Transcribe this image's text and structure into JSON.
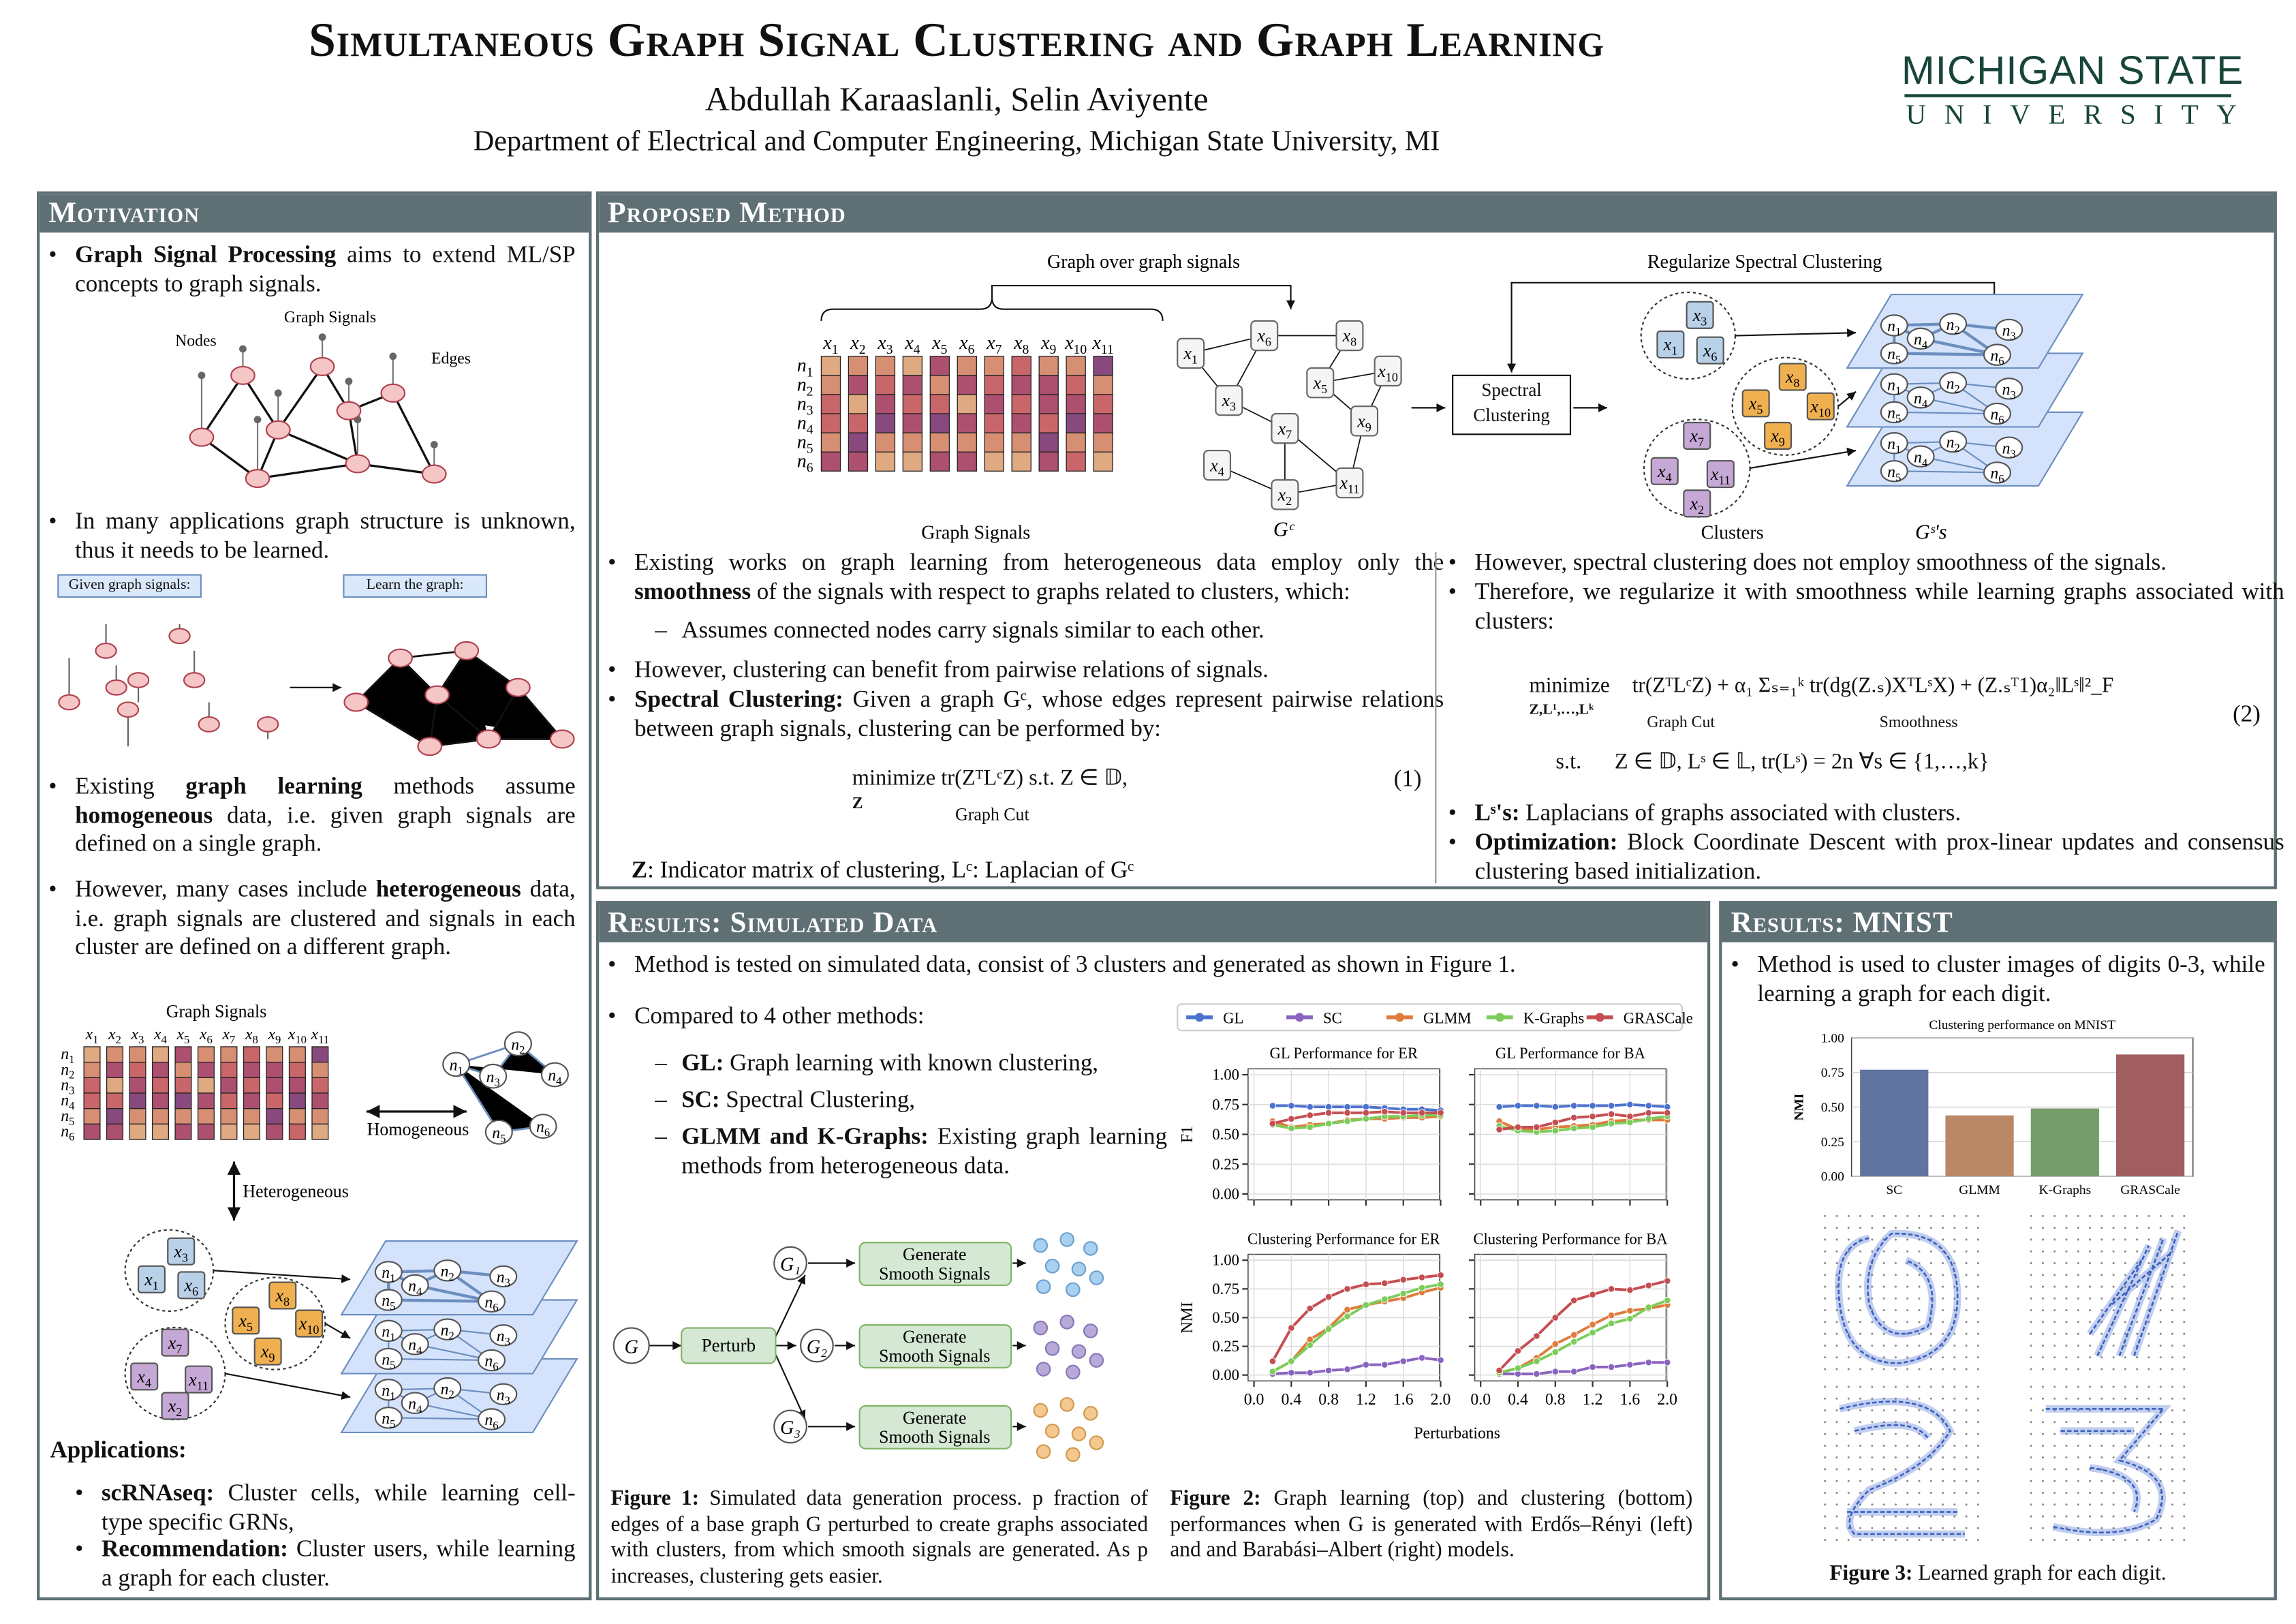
{
  "header": {
    "title": "Simultaneous Graph Signal Clustering and Graph Learning",
    "authors": "Abdullah Karaaslanli, Selin Aviyente",
    "department": "Department of Electrical and Computer Engineering, Michigan State University, MI",
    "logo_line1": "MICHIGAN STATE",
    "logo_line2": "UNIVERSITY"
  },
  "colors": {
    "panel_header": "#5f7075",
    "msu_green": "#18453b",
    "GL": "#4c72d0",
    "SC": "#8a63c0",
    "GLMM": "#e07b3c",
    "K-Graphs": "#7ccc5a",
    "GRASCale": "#c44e52"
  },
  "motivation": {
    "title": "Motivation",
    "b1_bold": "Graph Signal Processing",
    "b1_rest": " aims to extend ML/SP concepts to graph signals.",
    "fig_labels": {
      "nodes": "Nodes",
      "graph_signals": "Graph Signals",
      "edges": "Edges"
    },
    "b2": "In many applications graph structure is unknown, thus it needs to be learned.",
    "given_label": "Given graph signals:",
    "learn_label": "Learn the graph:",
    "b3_a": "Existing ",
    "b3_bold1": "graph learning",
    "b3_b": " methods assume ",
    "b3_bold2": "homogeneous",
    "b3_c": " data, i.e. given graph signals are defined on a single graph.",
    "b4_a": "However, many cases include ",
    "b4_bold": "heterogeneous",
    "b4_b": " data, i.e. graph signals are clustered and signals in each cluster are defined on a different graph.",
    "diag": {
      "graph_signals": "Graph Signals",
      "homogeneous": "Homogeneous",
      "heterogeneous": "Heterogeneous"
    },
    "applications_title": "Applications:",
    "app1_bold": "scRNAseq:",
    "app1_rest": " Cluster cells, while learning cell-type specific GRNs,",
    "app2_bold": "Recommendation:",
    "app2_rest": " Cluster users, while learning a graph for each cluster."
  },
  "signal_cols": [
    "x1",
    "x2",
    "x3",
    "x4",
    "x5",
    "x6",
    "x7",
    "x8",
    "x9",
    "x10",
    "x11"
  ],
  "signal_rows": [
    "n1",
    "n2",
    "n3",
    "n4",
    "n5",
    "n6"
  ],
  "layer_nodes": [
    "n1",
    "n2",
    "n3",
    "n4",
    "n5",
    "n6"
  ],
  "clusters": [
    [
      "x3",
      "x1",
      "x6"
    ],
    [
      "x8",
      "x5",
      "x10",
      "x9"
    ],
    [
      "x7",
      "x4",
      "x11",
      "x2"
    ]
  ],
  "method": {
    "title": "Proposed Method",
    "graph_over": "Graph over graph signals",
    "graph_signals": "Graph Signals",
    "gc": "Gᶜ",
    "spectral_box": "Spectral Clustering",
    "regularize": "Regularize Spectral Clustering",
    "clusters": "Clusters",
    "gs": "Gˢ's",
    "l1_a": "Existing works on graph learning from heterogeneous data employ only the ",
    "l1_bold": "smoothness",
    "l1_b": " of the signals with respect to graphs related to clusters, which:",
    "l1_sub": "Assumes connected nodes carry signals similar to each other.",
    "l2": "However, clustering can benefit from pairwise relations of signals.",
    "l3_bold": "Spectral Clustering:",
    "l3_rest": " Given a graph Gᶜ, whose edges represent pairwise relations between graph signals, clustering can be performed by:",
    "eq1": "minimize  tr(ZᵀLᶜZ)   s.t.  Z ∈ 𝔻,",
    "eq1_var": "Z",
    "eq1_brace": "Graph Cut",
    "eq1_num": "(1)",
    "l4_bold": "Z",
    "l4_rest": ": Indicator matrix of clustering, Lᶜ: Laplacian of Gᶜ",
    "r1": "However, spectral clustering does not employ smoothness of the signals.",
    "r2": "Therefore, we regularize it with smoothness while learning graphs associated with clusters:",
    "eq2_min": "minimize",
    "eq2_vars": "Z,L¹,…,Lᵏ",
    "eq2_body": "tr(ZᵀLᶜZ) + α₁ Σₛ₌₁ᵏ tr(dg(Z.ₛ)XᵀLˢX) + (Z.ₛᵀ1)α₂‖Lˢ‖²_F",
    "eq2_b1": "Graph Cut",
    "eq2_b2": "Smoothness",
    "eq2_num": "(2)",
    "eq2_st": "s.t.      Z ∈ 𝔻, Lˢ ∈ 𝕃, tr(Lˢ) = 2n ∀s ∈ {1,…,k}",
    "r3_bold": "Lˢ's:",
    "r3_rest": " Laplacians of graphs associated with clusters.",
    "r4_bold": "Optimization:",
    "r4_rest": " Block Coordinate Descent with prox-linear updates and consensus clustering based initialization."
  },
  "simulated": {
    "title": "Results: Simulated Data",
    "b1": "Method is tested on simulated data, consist of 3 clusters and generated as shown in Figure 1.",
    "b2": "Compared to 4 other methods:",
    "m1_bold": "GL:",
    "m1_rest": " Graph learning with known clustering,",
    "m2_bold": "SC:",
    "m2_rest": " Spectral Clustering,",
    "m3_bold": "GLMM and K-Graphs:",
    "m3_rest": " Existing graph learning methods from heterogeneous data.",
    "fig1": {
      "g": "G",
      "perturb": "Perturb",
      "g1": "G₁",
      "g2": "G₂",
      "g3": "G₃",
      "generate": "Generate Smooth Signals"
    },
    "fig1_cap_bold": "Figure 1:",
    "fig1_cap": " Simulated data generation process. p fraction of edges of a base graph G perturbed to create graphs associated with clusters, from which smooth signals are generated. As p increases, clustering gets easier.",
    "fig2_cap_bold": "Figure 2:",
    "fig2_cap": " Graph learning (top) and clustering (bottom) performances when G is generated with Erdős–Rényi (left) and and Barabási–Albert (right) models."
  },
  "mnist": {
    "title": "Results: MNIST",
    "b1": "Method is used to cluster images of digits 0-3, while learning a graph for each digit.",
    "fig3_cap_bold": "Figure 3:",
    "fig3_cap": " Learned graph for each digit."
  },
  "chart_data": [
    {
      "type": "line",
      "legend": [
        "GL",
        "SC",
        "GLMM",
        "K-Graphs",
        "GRASCale"
      ],
      "legend_placement": "top",
      "xlabel": "Perturbations",
      "x": [
        0.2,
        0.4,
        0.6,
        0.8,
        1.0,
        1.2,
        1.4,
        1.6,
        1.8,
        2.0
      ],
      "xticks": [
        "0.0",
        "0.4",
        "0.8",
        "1.2",
        "1.6",
        "2.0"
      ],
      "yticks": [
        "0.00",
        "0.25",
        "0.50",
        "0.75",
        "1.00"
      ],
      "ylim": [
        0,
        1
      ],
      "xlim": [
        0,
        2.05
      ],
      "panels": [
        {
          "title": "GL Performance for ER",
          "ylabel": "F1",
          "series": [
            {
              "name": "GL",
              "values": [
                0.74,
                0.74,
                0.73,
                0.73,
                0.73,
                0.73,
                0.72,
                0.71,
                0.71,
                0.7
              ]
            },
            {
              "name": "GLMM",
              "values": [
                0.61,
                0.56,
                0.58,
                0.59,
                0.62,
                0.63,
                0.63,
                0.64,
                0.64,
                0.65
              ]
            },
            {
              "name": "K-Graphs",
              "values": [
                0.58,
                0.55,
                0.56,
                0.59,
                0.61,
                0.63,
                0.65,
                0.65,
                0.66,
                0.66
              ]
            },
            {
              "name": "GRASCale",
              "values": [
                0.59,
                0.63,
                0.66,
                0.68,
                0.68,
                0.68,
                0.69,
                0.68,
                0.68,
                0.68
              ]
            }
          ]
        },
        {
          "title": "GL Performance for BA",
          "ylabel": "",
          "series": [
            {
              "name": "GL",
              "values": [
                0.73,
                0.74,
                0.74,
                0.73,
                0.74,
                0.74,
                0.74,
                0.75,
                0.74,
                0.73
              ]
            },
            {
              "name": "GLMM",
              "values": [
                0.61,
                0.54,
                0.54,
                0.56,
                0.57,
                0.58,
                0.61,
                0.62,
                0.62,
                0.62
              ]
            },
            {
              "name": "K-Graphs",
              "values": [
                0.57,
                0.53,
                0.52,
                0.53,
                0.55,
                0.56,
                0.59,
                0.6,
                0.63,
                0.65
              ]
            },
            {
              "name": "GRASCale",
              "values": [
                0.54,
                0.56,
                0.56,
                0.6,
                0.64,
                0.65,
                0.67,
                0.65,
                0.68,
                0.68
              ]
            }
          ]
        },
        {
          "title": "Clustering Performance for ER",
          "ylabel": "NMI",
          "series": [
            {
              "name": "SC",
              "values": [
                0.01,
                0.02,
                0.02,
                0.04,
                0.05,
                0.09,
                0.09,
                0.12,
                0.15,
                0.13
              ]
            },
            {
              "name": "GLMM",
              "values": [
                0.03,
                0.12,
                0.31,
                0.41,
                0.57,
                0.61,
                0.64,
                0.67,
                0.72,
                0.76
              ]
            },
            {
              "name": "K-Graphs",
              "values": [
                0.03,
                0.12,
                0.26,
                0.4,
                0.51,
                0.61,
                0.66,
                0.71,
                0.76,
                0.79
              ]
            },
            {
              "name": "GRASCale",
              "values": [
                0.12,
                0.41,
                0.58,
                0.68,
                0.75,
                0.79,
                0.8,
                0.83,
                0.85,
                0.87
              ]
            }
          ]
        },
        {
          "title": "Clustering Performance for BA",
          "ylabel": "",
          "series": [
            {
              "name": "SC",
              "values": [
                0.01,
                0.01,
                0.01,
                0.03,
                0.03,
                0.07,
                0.07,
                0.09,
                0.11,
                0.11
              ]
            },
            {
              "name": "GLMM",
              "values": [
                0.02,
                0.06,
                0.15,
                0.27,
                0.35,
                0.44,
                0.52,
                0.56,
                0.58,
                0.61
              ]
            },
            {
              "name": "K-Graphs",
              "values": [
                0.02,
                0.06,
                0.12,
                0.2,
                0.29,
                0.37,
                0.45,
                0.49,
                0.59,
                0.65
              ]
            },
            {
              "name": "GRASCale",
              "values": [
                0.04,
                0.21,
                0.34,
                0.5,
                0.65,
                0.7,
                0.75,
                0.74,
                0.78,
                0.82
              ]
            }
          ]
        }
      ]
    },
    {
      "type": "bar",
      "title": "Clustering performance on MNIST",
      "ylabel": "NMI",
      "categories": [
        "SC",
        "GLMM",
        "K-Graphs",
        "GRASCale"
      ],
      "values": [
        0.77,
        0.44,
        0.49,
        0.88
      ],
      "colors": [
        "#6174a0",
        "#b98865",
        "#769d6e",
        "#a05e60"
      ],
      "yticks": [
        "0.00",
        "0.25",
        "0.50",
        "0.75",
        "1.00"
      ],
      "ylim": [
        0,
        1
      ]
    }
  ]
}
